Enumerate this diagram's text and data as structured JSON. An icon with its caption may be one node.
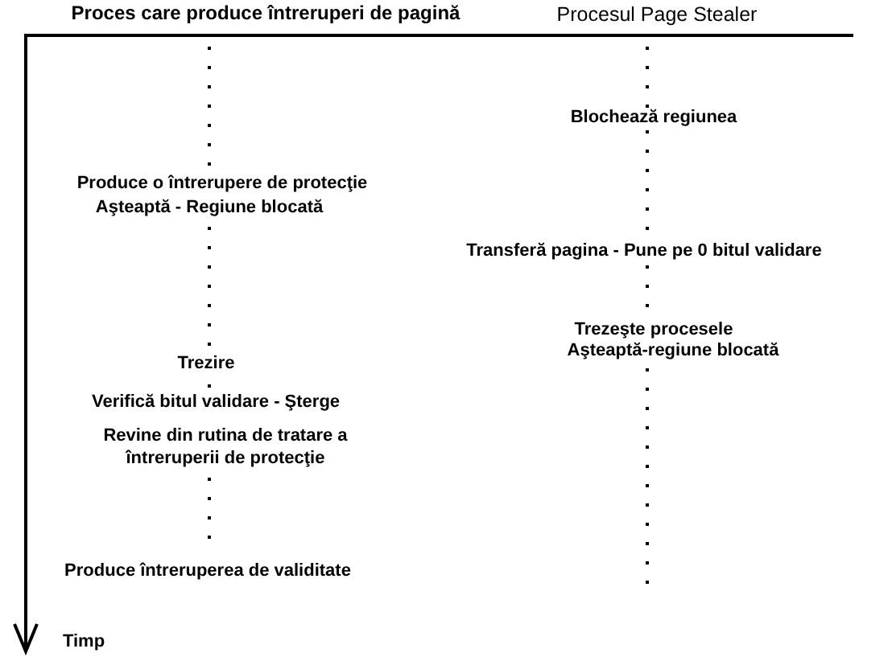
{
  "diagram": {
    "labels": [
      "Proces care produce întreruperi de pagină",
      "Procesul Page Stealer",
      "Blochează regiunea",
      "Produce o întrerupere de protecţie",
      "Aşteaptă - Regiune blocată",
      "Transferă pagina - Pune pe 0 bitul validare",
      "Trezeşte procesele",
      "Aşteaptă-regiune blocată",
      "Trezire",
      "Verifică bitul validare - Şterge",
      "Revine din rutina de tratare a întreruperii de protecţie",
      "Produce întreruperea de validitate",
      "Timp"
    ]
  }
}
